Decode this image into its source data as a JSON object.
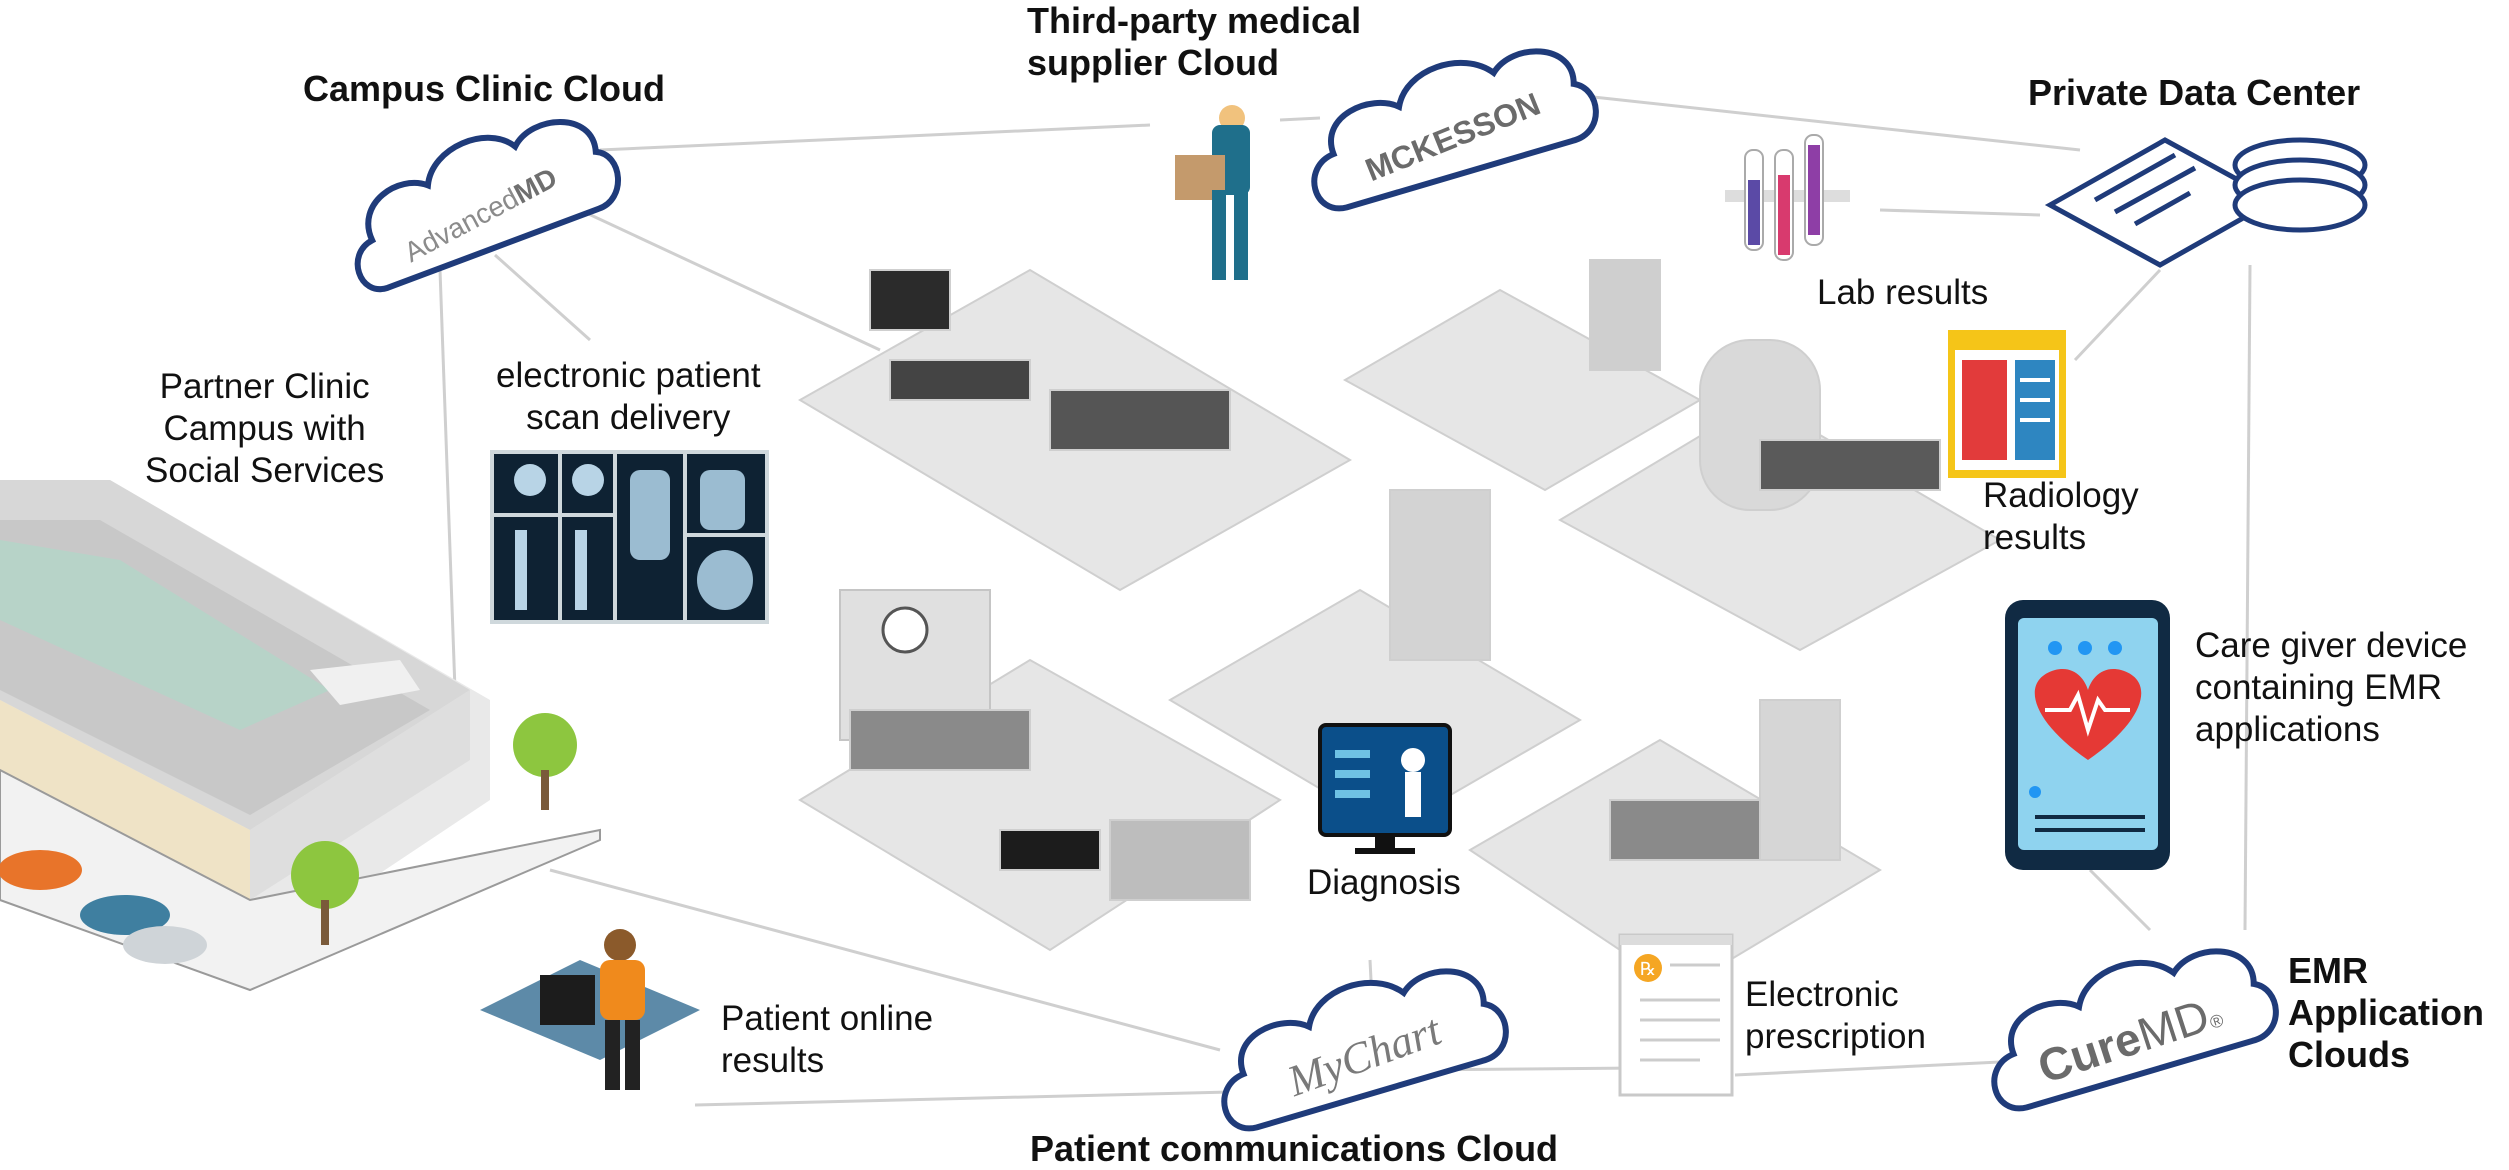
{
  "labels": {
    "campus_clinic_cloud": "Campus Clinic Cloud",
    "third_party_l1": "Third-party medical",
    "third_party_l2": "supplier Cloud",
    "private_data_center": "Private Data Center",
    "partner_l1": "Partner Clinic",
    "partner_l2": "Campus with",
    "partner_l3": "Social Services",
    "scan_l1": "electronic patient",
    "scan_l2": "scan delivery",
    "lab_results": "Lab results",
    "radiology_l1": "Radiology",
    "radiology_l2": "results",
    "care_l1": "Care giver device",
    "care_l2": "containing EMR",
    "care_l3": "applications",
    "diagnosis": "Diagnosis",
    "patient_online_l1": "Patient online",
    "patient_online_l2": "results",
    "eprescription_l1": "Electronic",
    "eprescription_l2": "prescription",
    "emr_l1": "EMR",
    "emr_l2": "Application",
    "emr_l3": "Clouds",
    "patient_comm_cloud": "Patient communications Cloud"
  },
  "clouds": {
    "advancedmd_a": "Advanced",
    "advancedmd_b": "MD",
    "mckesson": "MCKESSON",
    "mychart": "MyChart",
    "curemd_a": "Cure",
    "curemd_b": "MD",
    "curemd_tm": "®"
  },
  "icons": {
    "rx_symbol": "℞"
  },
  "colors": {
    "cloud_stroke": "#1f3b7a",
    "line": "#c9c9c9",
    "floor": "#e6e6e6",
    "accent_orange": "#f08a1c",
    "heart_red": "#e53935",
    "screen_blue": "#0b4f8a"
  }
}
